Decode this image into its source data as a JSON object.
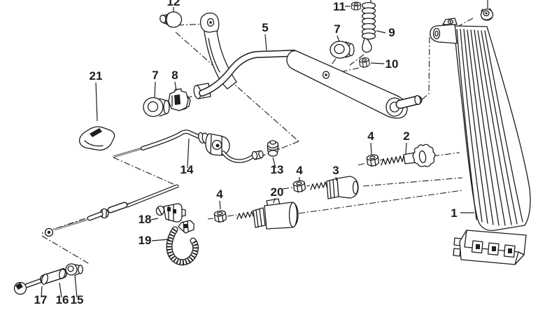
{
  "diagram": {
    "kind": "exploded-parts-diagram",
    "subject": "accelerator pedal and throttle linkage",
    "colors": {
      "ink": "#1c1c1c",
      "background": "#ffffff"
    },
    "labels": [
      {
        "part": "1",
        "text": "1"
      },
      {
        "part": "2",
        "text": "2"
      },
      {
        "part": "3",
        "text": "3"
      },
      {
        "part": "4",
        "text": "4"
      },
      {
        "part": "4",
        "text": "4"
      },
      {
        "part": "4",
        "text": "4"
      },
      {
        "part": "5",
        "text": "5"
      },
      {
        "part": "7",
        "text": "7"
      },
      {
        "part": "7",
        "text": "7"
      },
      {
        "part": "8",
        "text": "8"
      },
      {
        "part": "9",
        "text": "9"
      },
      {
        "part": "10",
        "text": "10"
      },
      {
        "part": "11",
        "text": "11"
      },
      {
        "part": "12",
        "text": "12"
      },
      {
        "part": "13",
        "text": "13"
      },
      {
        "part": "14",
        "text": "14"
      },
      {
        "part": "15",
        "text": "15"
      },
      {
        "part": "16",
        "text": "16"
      },
      {
        "part": "17",
        "text": "17"
      },
      {
        "part": "18",
        "text": "18"
      },
      {
        "part": "19",
        "text": "19"
      },
      {
        "part": "20",
        "text": "20"
      },
      {
        "part": "21",
        "text": "21"
      }
    ]
  }
}
